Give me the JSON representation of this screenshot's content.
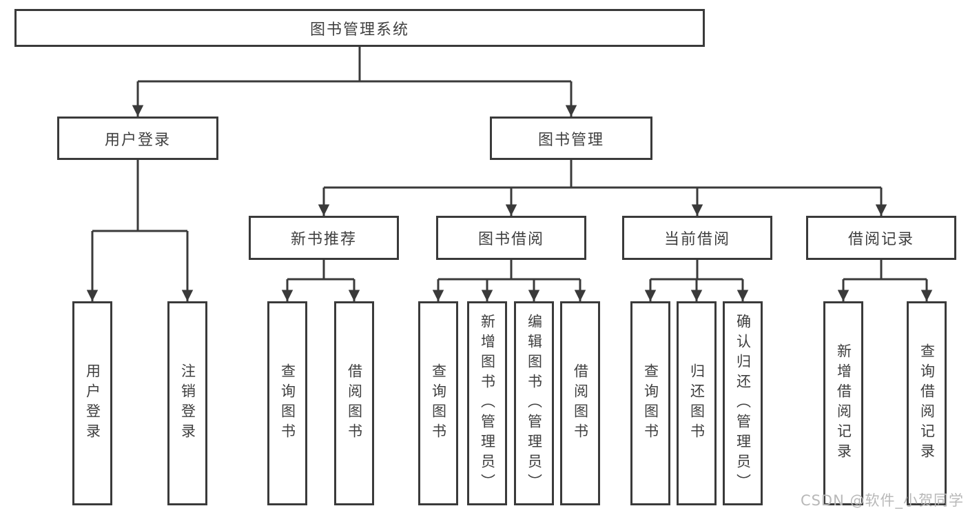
{
  "colors": {
    "line": "#3a3a3a",
    "text": "#3f3f3f",
    "box_bg": "#ffffff",
    "watermark": "#b8b8b8"
  },
  "diagram": {
    "root": {
      "label": "图书管理系统"
    },
    "branches": [
      {
        "label": "用户登录",
        "children": [
          {
            "label": "用户登录"
          },
          {
            "label": "注销登录"
          }
        ]
      },
      {
        "label": "图书管理",
        "children": [
          {
            "label": "新书推荐",
            "children": [
              {
                "label": "查询图书"
              },
              {
                "label": "借阅图书"
              }
            ]
          },
          {
            "label": "图书借阅",
            "children": [
              {
                "label": "查询图书"
              },
              {
                "label": "新增图书（管理员）"
              },
              {
                "label": "编辑图书（管理员）"
              },
              {
                "label": "借阅图书"
              }
            ]
          },
          {
            "label": "当前借阅",
            "children": [
              {
                "label": "查询图书"
              },
              {
                "label": "归还图书"
              },
              {
                "label": "确认归还（管理员）"
              }
            ]
          },
          {
            "label": "借阅记录",
            "children": [
              {
                "label": "新增借阅记录"
              },
              {
                "label": "查询借阅记录"
              }
            ]
          }
        ]
      }
    ]
  },
  "watermark": {
    "text": "CSDN @软件_小贺同学"
  }
}
